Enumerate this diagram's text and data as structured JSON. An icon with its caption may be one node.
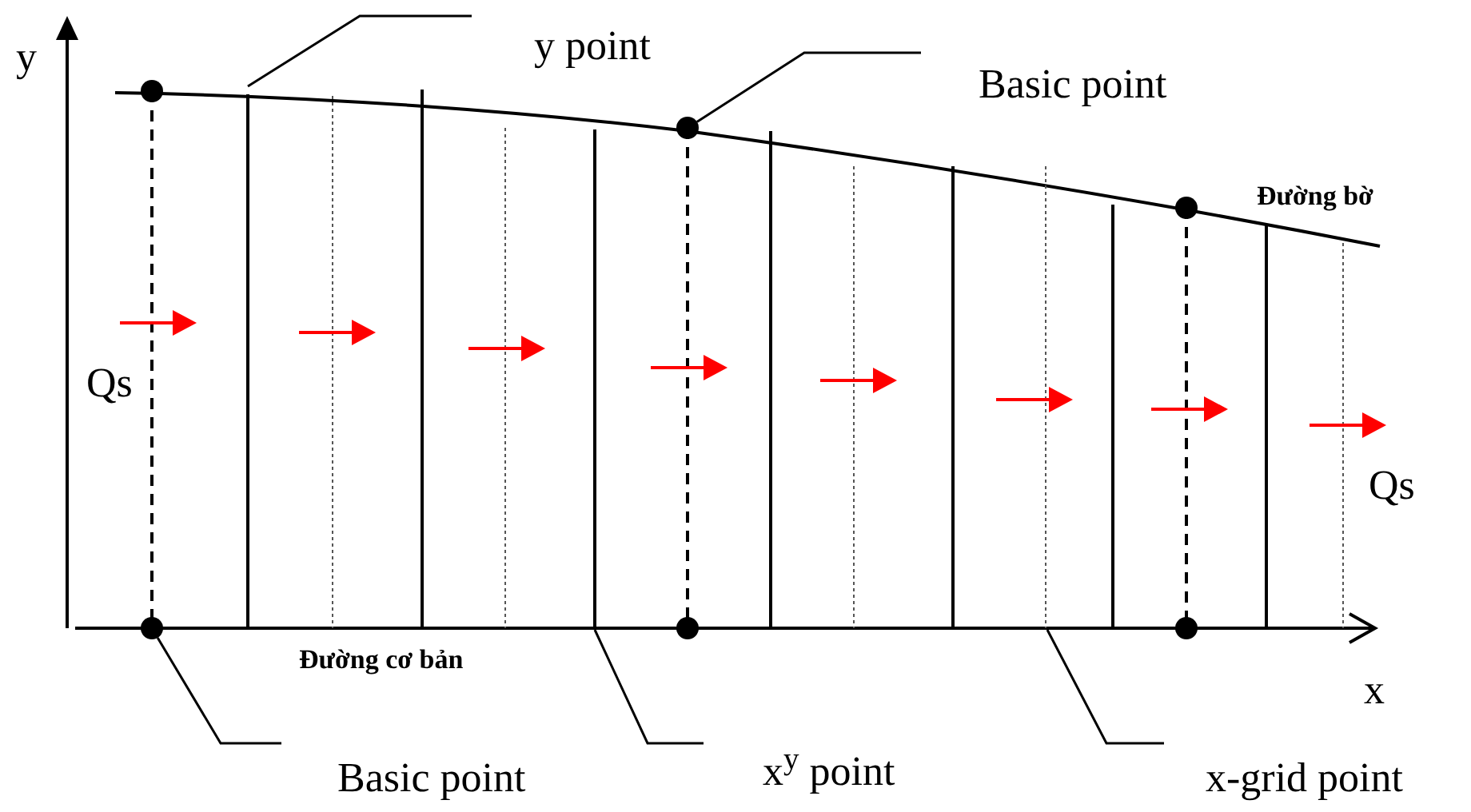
{
  "diagram": {
    "nodes": [
      {
        "text": [
          "y point"
        ]
      },
      {
        "text": [
          "Basic point"
        ]
      },
      {
        "text": [
          "Basic point"
        ]
      },
      {
        "text": [
          "x$^{y}$ point"
        ]
      },
      {
        "text": [
          "x-grid point"
        ]
      },
      {
        "text": [],
        "shape": "circle"
      },
      {
        "text": [],
        "shape": "circle"
      },
      {
        "text": [],
        "shape": "circle"
      },
      {
        "text": [],
        "shape": "circle"
      },
      {
        "text": [],
        "shape": "circle"
      },
      {
        "text": [],
        "shape": "circle"
      }
    ],
    "edges": [
      {
        "from": 0,
        "to": null,
        "arrow": "none"
      },
      {
        "from": 1,
        "to": 6,
        "arrow": "none"
      },
      {
        "from": 2,
        "to": 8,
        "arrow": "none"
      },
      {
        "from": 3,
        "to": null,
        "arrow": "none"
      },
      {
        "from": 4,
        "to": null,
        "arrow": "none"
      }
    ],
    "labels": [
      "y",
      "Đường bờ",
      "Qs",
      "Qs",
      "Đường cơ bản",
      "x"
    ]
  }
}
